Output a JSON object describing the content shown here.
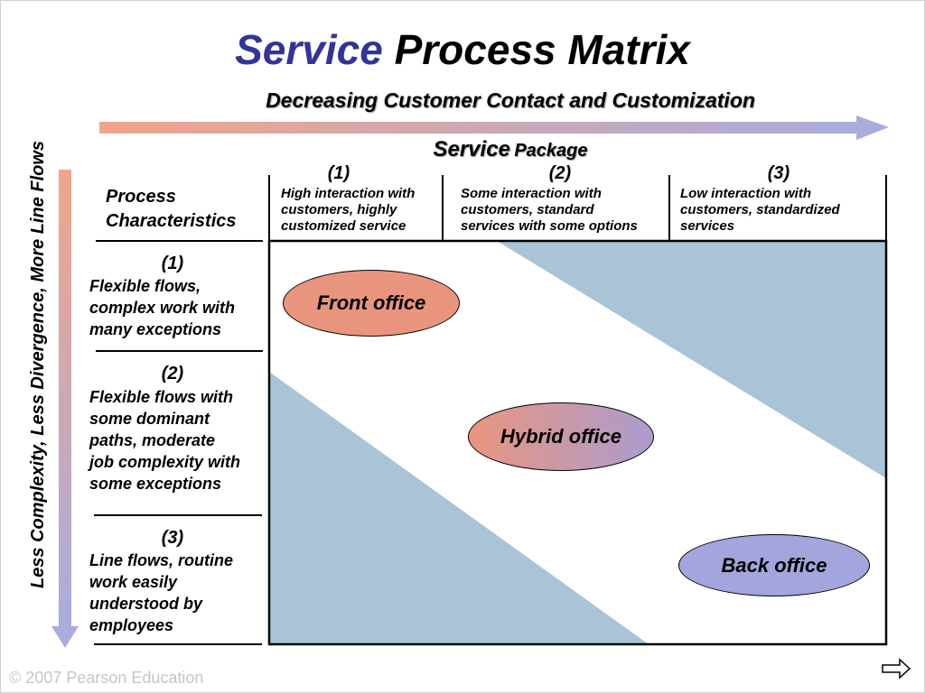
{
  "title": {
    "accent": "Service",
    "rest": "Process Matrix"
  },
  "top_axis": {
    "label": "Decreasing Customer Contact and Customization"
  },
  "service_package": {
    "word1": "Service",
    "word2": "Package"
  },
  "left_axis": {
    "label": "Less Complexity, Less Divergence, More Line Flows"
  },
  "process_header": {
    "line1": "Process",
    "line2": "Characteristics"
  },
  "columns": [
    {
      "num": "(1)",
      "lines": [
        "High interaction with",
        "customers, highly",
        "customized service"
      ]
    },
    {
      "num": "(2)",
      "lines": [
        "Some interaction with",
        "customers, standard",
        "services with some options"
      ]
    },
    {
      "num": "(3)",
      "lines": [
        "Low interaction with",
        "customers, standardized",
        "services"
      ]
    }
  ],
  "rows": [
    {
      "num": "(1)",
      "lines": [
        "Flexible flows,",
        "complex work with",
        "many exceptions"
      ]
    },
    {
      "num": "(2)",
      "lines": [
        "Flexible flows with",
        "some dominant",
        "paths, moderate",
        "job complexity with",
        "some exceptions"
      ]
    },
    {
      "num": "(3)",
      "lines": [
        "Line flows, routine",
        "work easily",
        "understood by",
        "employees"
      ]
    }
  ],
  "ovals": {
    "front": "Front office",
    "hybrid": "Hybrid office",
    "back": "Back office"
  },
  "footer": {
    "copyright": "© 2007 Pearson Education"
  },
  "colors": {
    "title_accent": "#333399",
    "front_fill": "#e9957e",
    "back_fill": "#a3a5dc",
    "triangle_fill": "#a8c4d6",
    "arrow_start": "#f0a58a",
    "arrow_end": "#a9acdd"
  }
}
